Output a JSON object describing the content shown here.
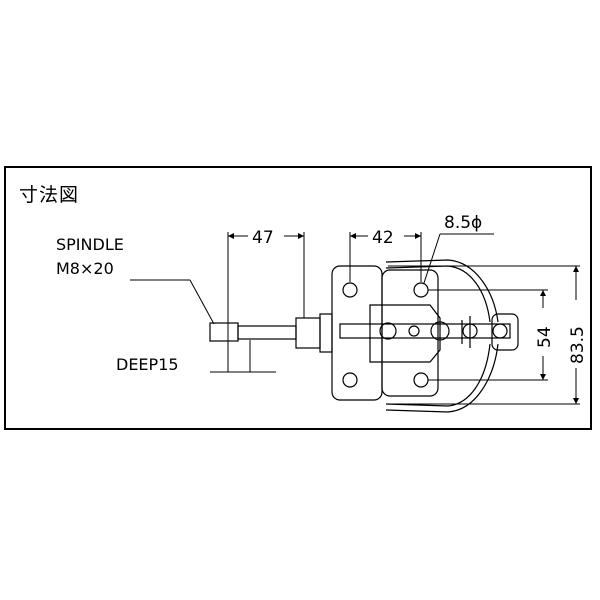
{
  "title": "寸法図",
  "labels": {
    "spindle": "SPINDLE",
    "thread": "M8×20",
    "deep": "DEEP15",
    "dim_47": "47",
    "dim_42": "42",
    "dim_hole": "8.5ϕ",
    "dim_54": "54",
    "dim_83_5": "83.5"
  }
}
